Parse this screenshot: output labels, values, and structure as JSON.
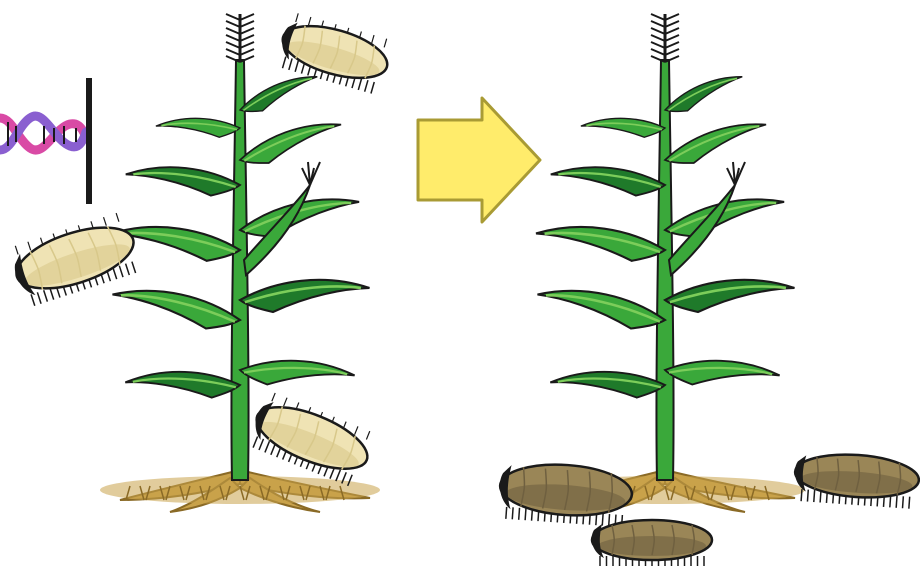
{
  "diagram": {
    "panels": [
      {
        "state": "before",
        "plant": "corn-plant",
        "larvae": "healthy"
      },
      {
        "state": "after",
        "plant": "corn-plant",
        "larvae": "dead"
      }
    ],
    "transition_icon": "right-arrow-icon",
    "gene_icon": "dna-double-helix-icon"
  },
  "colors": {
    "leaf": "#3aa83a",
    "leaf_dark": "#1f7a2a",
    "leaf_light": "#7ccd5a",
    "stalk": "#3aa83a",
    "root": "#c9a24b",
    "root_dark": "#8a6a26",
    "larva_healthy": "#efe3b4",
    "larva_healthy_shade": "#d8c88a",
    "larva_dead": "#9a8657",
    "larva_dead_shade": "#6f6040",
    "arrow_fill": "#ffec6b",
    "arrow_stroke": "#a99b34",
    "dna_strand_a": "#d94aa5",
    "dna_strand_b": "#8a5fd0",
    "outline": "#1a1a1a"
  }
}
